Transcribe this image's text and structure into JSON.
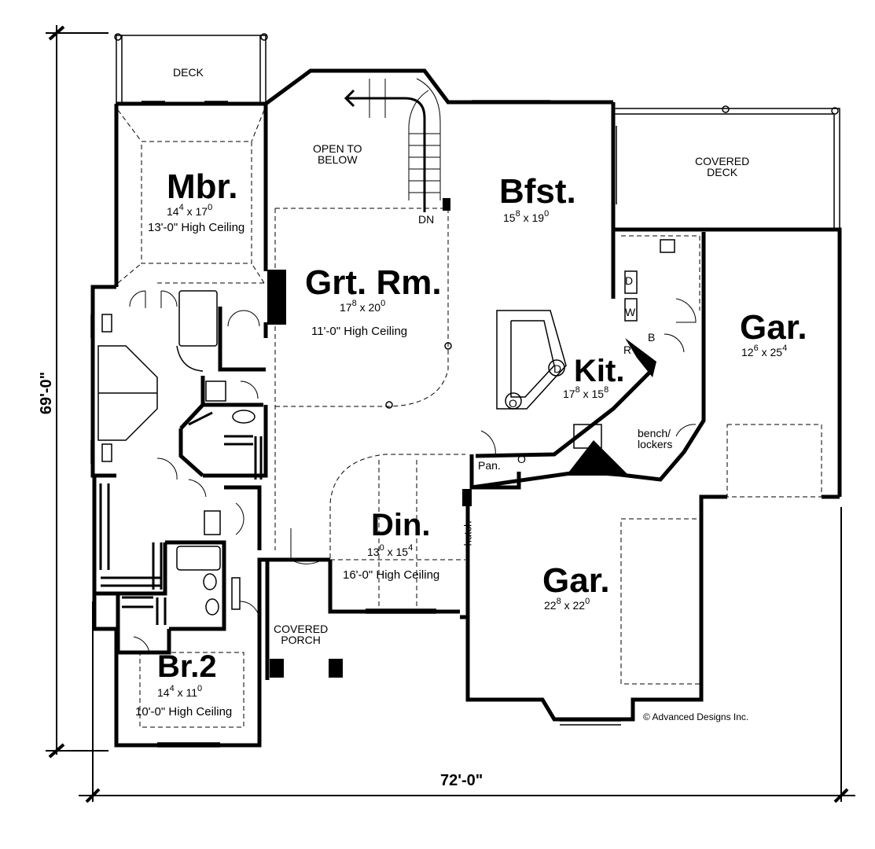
{
  "plan": {
    "overall_width": "72'-0\"",
    "overall_depth": "69'-0\"",
    "copyright": "Advanced Designs Inc.",
    "rooms": {
      "mbr": {
        "name": "Mbr.",
        "w_ft": "14",
        "w_in": "4",
        "d_ft": "17",
        "d_in": "0",
        "ceiling": "13'-0\" High Ceiling"
      },
      "grt": {
        "name": "Grt. Rm.",
        "w_ft": "17",
        "w_in": "8",
        "d_ft": "20",
        "d_in": "0",
        "ceiling": "11'-0\" High Ceiling"
      },
      "bfst": {
        "name": "Bfst.",
        "w_ft": "15",
        "w_in": "8",
        "d_ft": "19",
        "d_in": "0"
      },
      "kit": {
        "name": "Kit.",
        "w_ft": "17",
        "w_in": "8",
        "d_ft": "15",
        "d_in": "8"
      },
      "gar1": {
        "name": "Gar.",
        "w_ft": "12",
        "w_in": "6",
        "d_ft": "25",
        "d_in": "4"
      },
      "din": {
        "name": "Din.",
        "w_ft": "13",
        "w_in": "0",
        "d_ft": "15",
        "d_in": "4",
        "ceiling": "16'-0\" High Ceiling"
      },
      "gar2": {
        "name": "Gar.",
        "w_ft": "22",
        "w_in": "8",
        "d_ft": "22",
        "d_in": "0"
      },
      "br2": {
        "name": "Br.2",
        "w_ft": "14",
        "w_in": "4",
        "d_ft": "11",
        "d_in": "0",
        "ceiling": "10'-0\" High Ceiling"
      }
    },
    "areas": {
      "deck": "DECK",
      "open_line1": "OPEN TO",
      "open_line2": "BELOW",
      "covered_deck_line1": "COVERED",
      "covered_deck_line2": "DECK",
      "covered_porch_line1": "COVERED",
      "covered_porch_line2": "PORCH",
      "dn": "DN",
      "pantry": "Pan.",
      "hutch": "hutch",
      "bench_line1": "bench/",
      "bench_line2": "lockers",
      "dryer": "D",
      "washer": "W",
      "bench_b": "B",
      "fridge": "R",
      "dishwasher": "D",
      "oven1": "O",
      "oven2": "O"
    }
  }
}
